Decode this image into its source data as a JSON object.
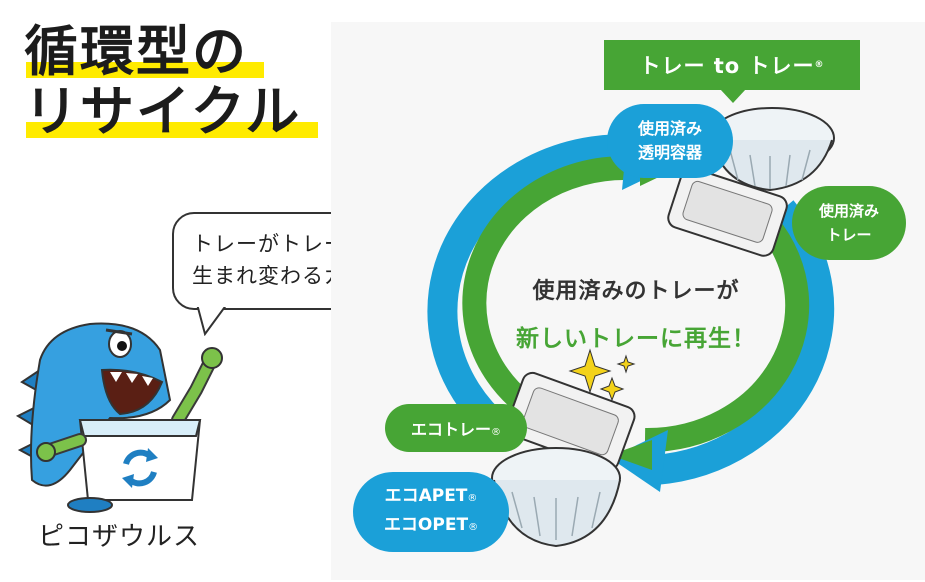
{
  "title": {
    "line1": "循環型の",
    "line2": "リサイクル"
  },
  "speech": {
    "line1": "トレーがトレーに",
    "line2": "生まれ変わるガブ！"
  },
  "mascot": {
    "name": "ピコザウルス",
    "icon": "recycle-icon"
  },
  "cycle": {
    "banner": "トレー to トレー",
    "banner_mark": "®",
    "used_clear": {
      "line1": "使用済み",
      "line2": "透明容器"
    },
    "used_tray": {
      "line1": "使用済み",
      "line2": "トレー"
    },
    "eco_tray": "エコトレー",
    "eco_tray_mark": "®",
    "eco_apet": "エコAPET",
    "eco_opet": "エコOPET",
    "eco_mark": "®",
    "center_line1": "使用済みのトレーが",
    "center_line2": "新しいトレーに再生！"
  },
  "colors": {
    "green": "#47a535",
    "blue": "#1ba0d8",
    "yellow": "#ffeb00",
    "dark": "#1c1c1c"
  }
}
